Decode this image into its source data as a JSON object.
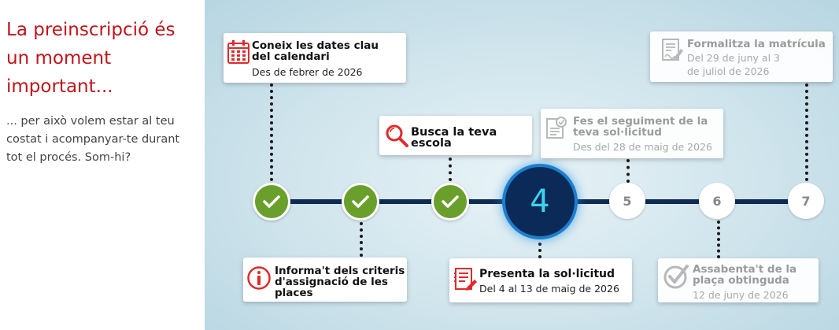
{
  "intro": {
    "title": "La preinscripció és un moment important...",
    "text": "... per això volem estar al teu costat i acompanyar-te durant tot el procés. Som-hi?"
  },
  "current_step": 4,
  "colors": {
    "accent_red": "#c0141a",
    "done_green": "#6a9f2c",
    "track_navy": "#0e2a55",
    "current_glow": "#1a7fd0",
    "current_number": "#3ed2ee"
  },
  "steps": [
    {
      "number": "1",
      "status": "completed",
      "title": "Coneix les dates clau del calendari",
      "subtitle": "Des de febrer de 2026",
      "icon": "calendar-icon"
    },
    {
      "number": "2",
      "status": "completed",
      "title": "Informa't dels criteris d'assignació de les places",
      "subtitle": "",
      "icon": "info-icon"
    },
    {
      "number": "3",
      "status": "completed",
      "title": "Busca la teva escola",
      "subtitle": "",
      "icon": "search-icon"
    },
    {
      "number": "4",
      "status": "current",
      "title": "Presenta la sol·licitud",
      "subtitle": "Del 4 al 13 de maig de 2026",
      "icon": "application-form-icon"
    },
    {
      "number": "5",
      "status": "upcoming",
      "title": "Fes el seguiment de la teva sol·licitud",
      "subtitle": "Des del 28 de maig de 2026",
      "icon": "document-check-icon"
    },
    {
      "number": "6",
      "status": "upcoming",
      "title": "Assabenta't de la plaça obtinguda",
      "subtitle": "12 de juny de 2026",
      "icon": "checkmark-circle-icon"
    },
    {
      "number": "7",
      "status": "upcoming",
      "title": "Formalitza la matrícula",
      "subtitle": "Del 29 de juny al 3 de juliol de 2026",
      "icon": "contract-sign-icon"
    }
  ]
}
